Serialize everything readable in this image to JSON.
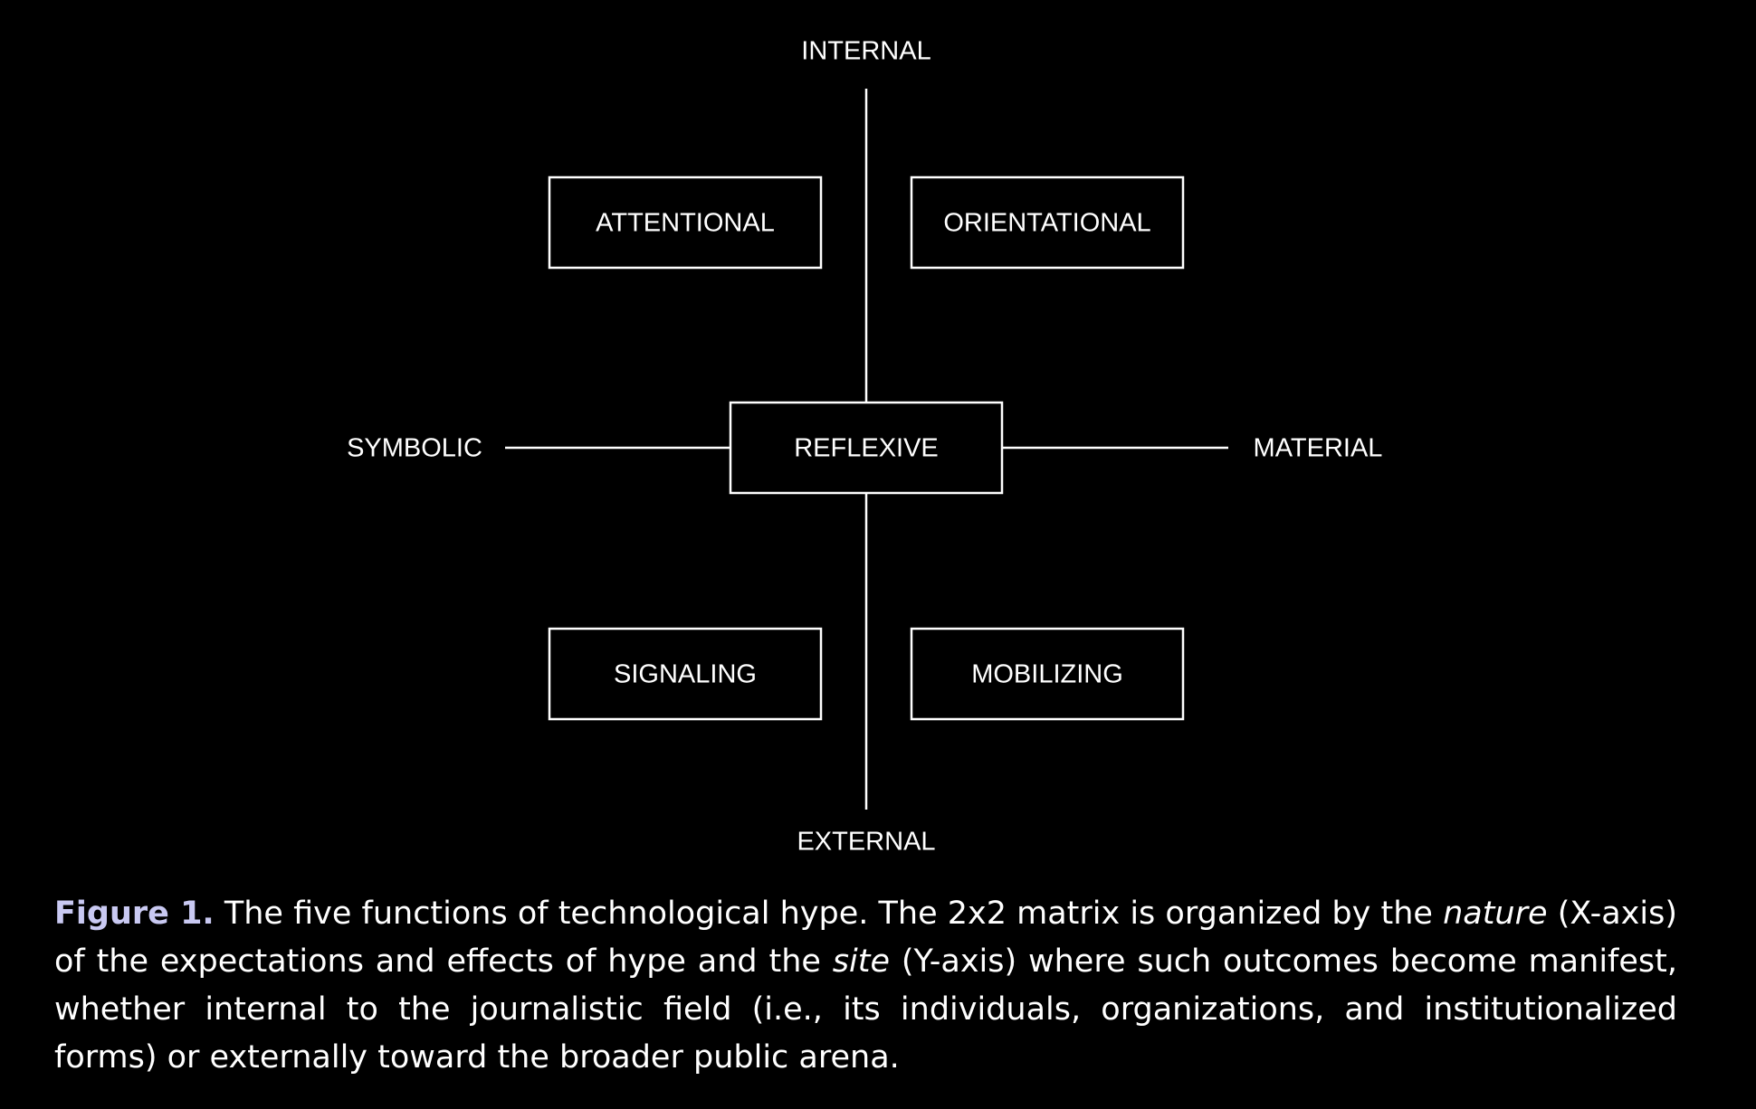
{
  "diagram": {
    "axes": {
      "top": "INTERNAL",
      "bottom": "EXTERNAL",
      "left": "SYMBOLIC",
      "right": "MATERIAL"
    },
    "functions": {
      "attentional": "ATTENTIONAL",
      "orientational": "ORIENTATIONAL",
      "reflexive": "REFLEXIVE",
      "signaling": "SIGNALING",
      "mobilizing": "MOBILIZING"
    }
  },
  "caption": {
    "label": "Figure 1.",
    "part1": "The five functions of technological hype. The 2x2 matrix is organized by the",
    "em1": "nature",
    "part2": "(X-axis) of the expectations and effects of hype and the",
    "em2": "site",
    "part3": "(Y-axis) where such outcomes become manifest, whether internal to the journalistic field (i.e., its individuals, organizations, and institutionalized forms) or externally toward the broader public arena."
  },
  "colors": {
    "background": "#000000",
    "foreground": "#ffffff",
    "caption_label": "#c9c9f2"
  }
}
